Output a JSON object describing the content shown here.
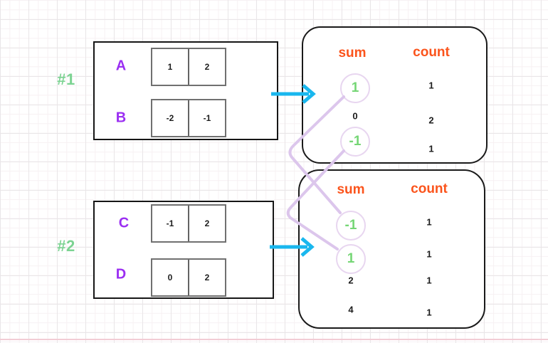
{
  "diagram": {
    "examples": [
      {
        "id": "#1",
        "arrays": [
          {
            "name": "A",
            "values": [
              "1",
              "2"
            ]
          },
          {
            "name": "B",
            "values": [
              "-2",
              "-1"
            ]
          }
        ],
        "table": {
          "sum_header": "sum",
          "count_header": "count",
          "rows": [
            {
              "sum": "1",
              "count": "1",
              "circled": true
            },
            {
              "sum": "0",
              "count": "2",
              "circled": false
            },
            {
              "sum": "-1",
              "count": "1",
              "circled": true
            }
          ]
        }
      },
      {
        "id": "#2",
        "arrays": [
          {
            "name": "C",
            "values": [
              "-1",
              "2"
            ]
          },
          {
            "name": "D",
            "values": [
              "0",
              "2"
            ]
          }
        ],
        "table": {
          "sum_header": "sum",
          "count_header": "count",
          "rows": [
            {
              "sum": "-1",
              "count": "1",
              "circled": true
            },
            {
              "sum": "1",
              "count": "1",
              "circled": true
            },
            {
              "sum": "2",
              "count": "1",
              "circled": false
            },
            {
              "sum": "4",
              "count": "1",
              "circled": false
            }
          ]
        }
      }
    ],
    "connections": [
      {
        "from": "example1 sum 1",
        "to": "example2 sum -1"
      },
      {
        "from": "example1 sum -1",
        "to": "example2 sum 1"
      }
    ],
    "colors": {
      "example_label_green": "#7cd392",
      "array_name_purple": "#9b2ff2",
      "header_orange": "#fb541c",
      "arrow_cyan": "#19b7ee",
      "connector_lavender": "#dcc6ec",
      "circle_ring_lavender": "#e8d6f0",
      "circled_sum_green": "#75d675",
      "number_black": "#1c1c1c"
    }
  }
}
